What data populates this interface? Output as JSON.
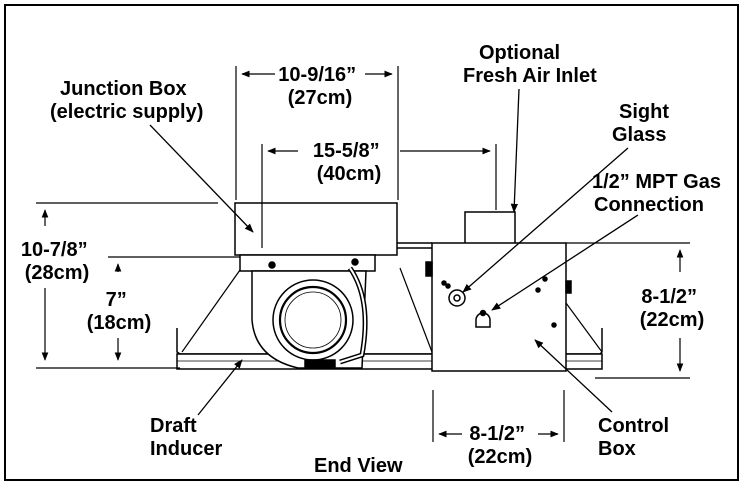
{
  "labels": {
    "junction_box": [
      "Junction Box",
      "(electric supply)"
    ],
    "fresh_air": [
      "Optional",
      "Fresh Air Inlet"
    ],
    "sight_glass": [
      "Sight",
      "Glass"
    ],
    "gas_connection": [
      "1/2” MPT Gas",
      "Connection"
    ],
    "draft_inducer": [
      "Draft",
      "Inducer"
    ],
    "control_box": [
      "Control",
      "Box"
    ],
    "view_title": "End View"
  },
  "dimensions": {
    "top_width": [
      "10-9/16”",
      "(27cm)"
    ],
    "mid_width": [
      "15-5/8”",
      "(40cm)"
    ],
    "left_height": [
      "10-7/8”",
      "(28cm)"
    ],
    "inner_height": [
      "7”",
      "(18cm)"
    ],
    "right_height": [
      "8-1/2”",
      "(22cm)"
    ],
    "bottom_width": [
      "8-1/2”",
      "(22cm)"
    ]
  }
}
